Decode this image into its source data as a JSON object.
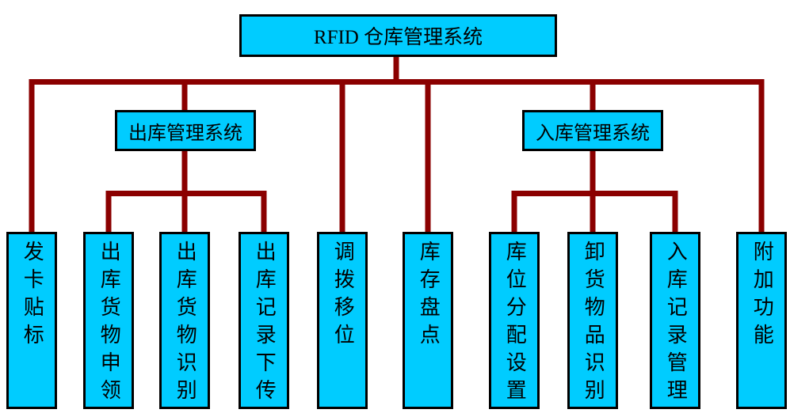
{
  "diagram": {
    "title": "RFID warehouse management system structure",
    "root": {
      "label": "RFID 仓库管理系统"
    },
    "level2": [
      {
        "id": "outbound",
        "label": "出库管理系统"
      },
      {
        "id": "inbound",
        "label": "入库管理系统"
      }
    ],
    "leaves": [
      {
        "label": "发卡贴标",
        "parent": "root"
      },
      {
        "label": "出库货物申领",
        "parent": "outbound"
      },
      {
        "label": "出库货物识别",
        "parent": "outbound"
      },
      {
        "label": "出库记录下传",
        "parent": "outbound"
      },
      {
        "label": "调拨移位",
        "parent": "root"
      },
      {
        "label": "库存盘点",
        "parent": "root"
      },
      {
        "label": "库位分配设置",
        "parent": "inbound"
      },
      {
        "label": "卸货物品识别",
        "parent": "inbound"
      },
      {
        "label": "入库记录管理",
        "parent": "inbound"
      },
      {
        "label": "附加功能",
        "parent": "root"
      }
    ],
    "colors": {
      "box_fill": "#00ccff",
      "box_border": "#000000",
      "connector": "#8b0000",
      "background": "#ffffff",
      "text": "#000000"
    }
  }
}
